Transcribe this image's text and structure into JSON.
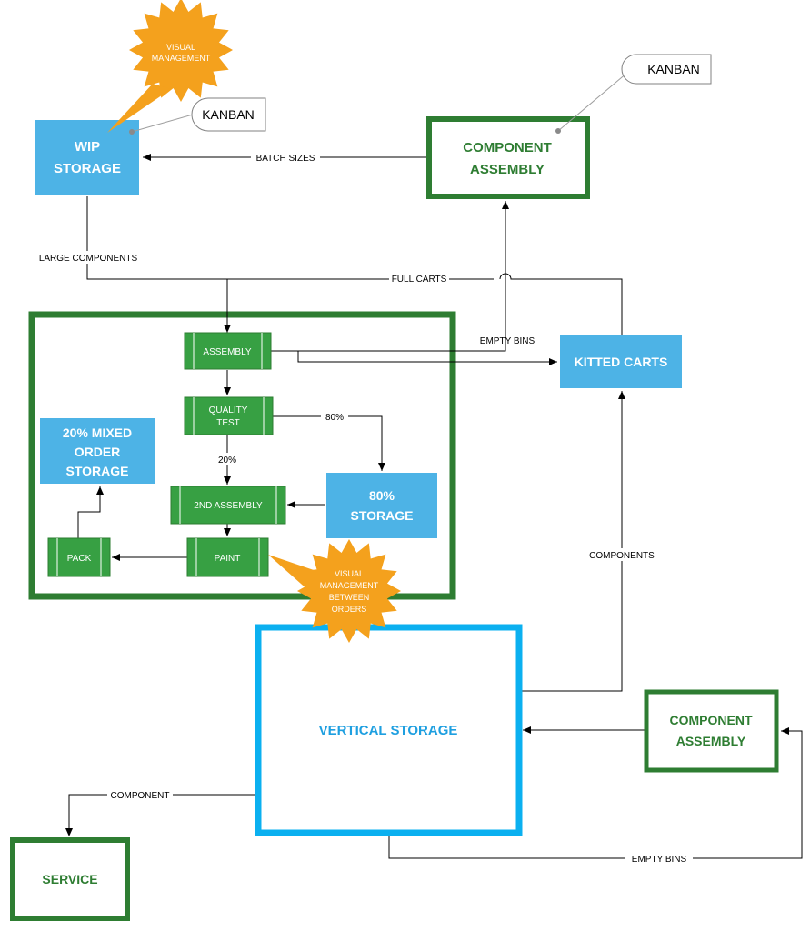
{
  "colors": {
    "light_blue": "#4db3e6",
    "vertical_storage_border": "#0bb0f0",
    "vertical_storage_text": "#1e9fe0",
    "dark_green": "#2e7d32",
    "process_green": "#37a043",
    "burst_orange": "#f4a11d",
    "line": "#000000",
    "callout_line": "#9e9e9e"
  },
  "nodes": {
    "wip_storage": {
      "line1": "WIP",
      "line2": "STORAGE"
    },
    "component_assembly_top": {
      "line1": "COMPONENT",
      "line2": "ASSEMBLY"
    },
    "kitted_carts": {
      "label": "KITTED CARTS"
    },
    "mixed_storage": {
      "line1": "20% MIXED",
      "line2": "ORDER",
      "line3": "STORAGE"
    },
    "storage_80": {
      "line1": "80%",
      "line2": "STORAGE"
    },
    "vertical_storage": {
      "label": "VERTICAL STORAGE"
    },
    "component_assembly_bottom": {
      "line1": "COMPONENT",
      "line2": "ASSEMBLY"
    },
    "service": {
      "label": "SERVICE"
    }
  },
  "processes": {
    "assembly": "ASSEMBLY",
    "quality_test_line1": "QUALITY",
    "quality_test_line2": "TEST",
    "second_assembly": "2ND ASSEMBLY",
    "paint": "PAINT",
    "pack": "PACK"
  },
  "callouts": {
    "kanban_left": "KANBAN",
    "kanban_right": "KANBAN"
  },
  "bursts": {
    "visual_management_top": {
      "line1": "VISUAL",
      "line2": "MANAGEMENT"
    },
    "visual_management_bottom": {
      "line1": "VISUAL",
      "line2": "MANAGEMENT",
      "line3": "BETWEEN",
      "line4": "ORDERS"
    }
  },
  "edge_labels": {
    "batch_sizes": "BATCH SIZES",
    "large_components": "LARGE COMPONENTS",
    "full_carts": "FULL CARTS",
    "empty_bins_top": "EMPTY BINS",
    "pct_80": "80%",
    "pct_20": "20%",
    "components": "COMPONENTS",
    "component": "COMPONENT",
    "empty_bins_bottom": "EMPTY BINS"
  }
}
